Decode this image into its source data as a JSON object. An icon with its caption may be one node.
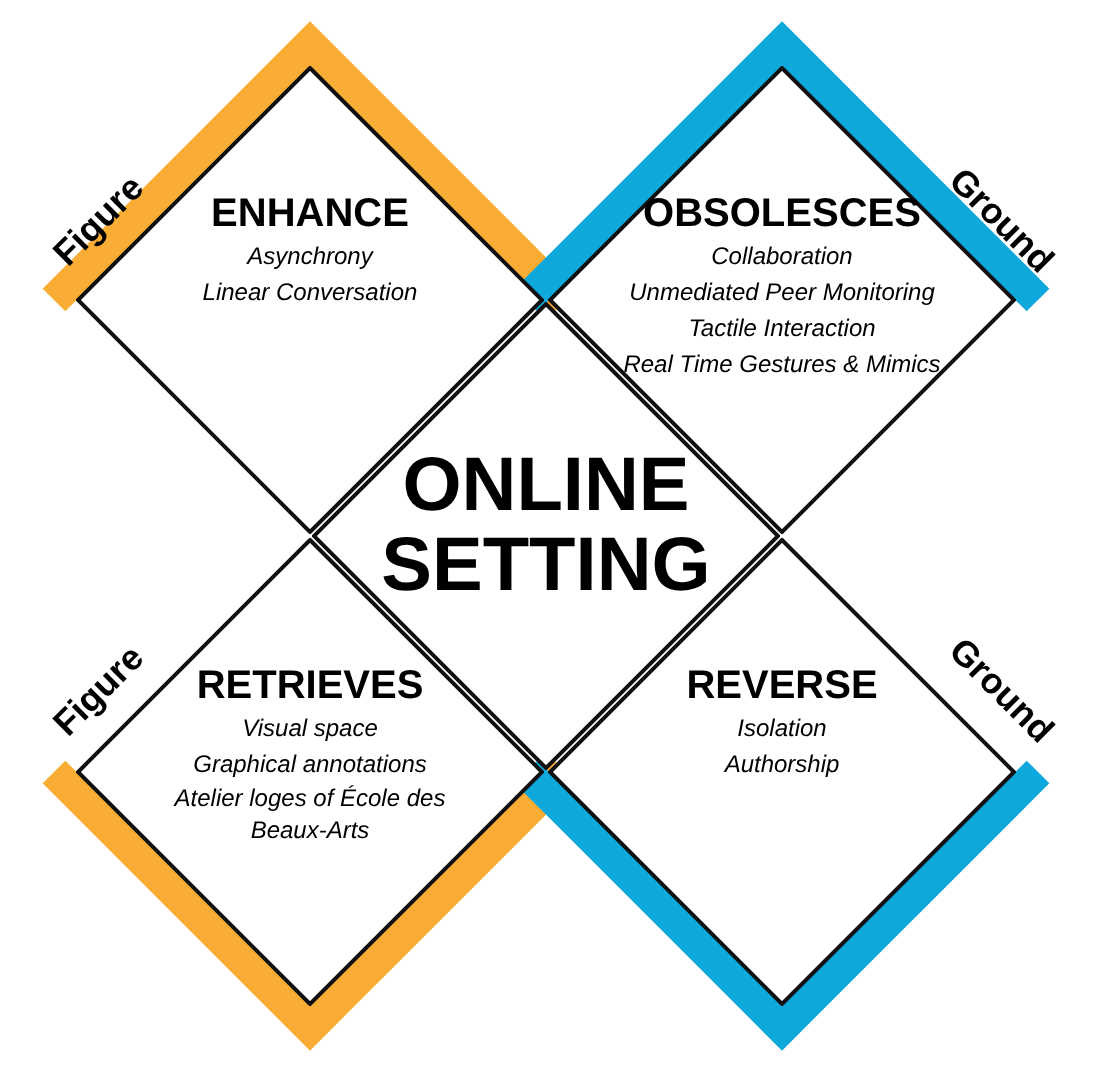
{
  "diagram": {
    "nodes": [
      {
        "text": [
          "ENHANCE",
          "Asynchrony",
          "Linear Conversation"
        ]
      },
      {
        "text": [
          "OBSOLESCES",
          "Collaboration",
          "Unmediated Peer Monitoring",
          "Tactile Interaction",
          "Real Time Gestures & Mimics"
        ]
      },
      {
        "text": [
          "ONLINE SETTING"
        ]
      },
      {
        "text": [
          "RETRIEVES",
          "Visual space",
          "Graphical annotations",
          "Atelier loges of École des Beaux-Arts"
        ]
      },
      {
        "text": [
          "REVERSE",
          "Isolation",
          "Authorship"
        ]
      }
    ],
    "labels": [
      "Figure",
      "Ground",
      "Figure",
      "Ground"
    ]
  }
}
